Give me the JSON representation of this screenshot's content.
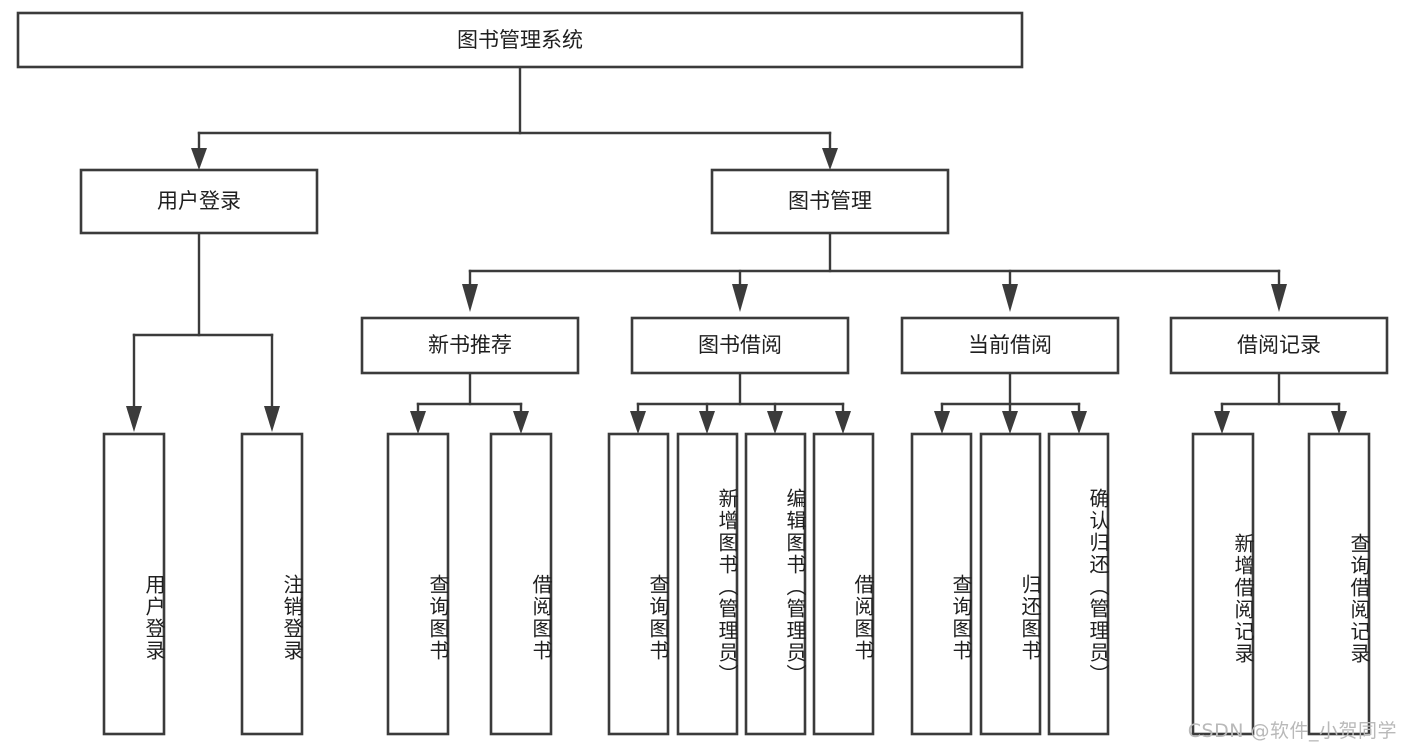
{
  "diagram": {
    "type": "tree-hierarchy",
    "title": "图书管理系统",
    "root": {
      "id": "root",
      "label": "图书管理系统",
      "orientation": "horizontal"
    },
    "level2": [
      {
        "id": "user-login",
        "label": "用户登录",
        "orientation": "horizontal"
      },
      {
        "id": "book-manage",
        "label": "图书管理",
        "orientation": "horizontal"
      }
    ],
    "level3": [
      {
        "id": "new-book-recommend",
        "label": "新书推荐",
        "orientation": "horizontal",
        "parent": "book-manage"
      },
      {
        "id": "book-borrow",
        "label": "图书借阅",
        "orientation": "horizontal",
        "parent": "book-manage"
      },
      {
        "id": "current-borrow",
        "label": "当前借阅",
        "orientation": "horizontal",
        "parent": "book-manage"
      },
      {
        "id": "borrow-record",
        "label": "借阅记录",
        "orientation": "horizontal",
        "parent": "book-manage"
      }
    ],
    "leaves": [
      {
        "id": "leaf-user-login",
        "label": "用户登录",
        "parent": "user-login",
        "orientation": "vertical"
      },
      {
        "id": "leaf-logout-login",
        "label": "注销登录",
        "parent": "user-login",
        "orientation": "vertical"
      },
      {
        "id": "leaf-query-book-1",
        "label": "查询图书",
        "parent": "new-book-recommend",
        "orientation": "vertical"
      },
      {
        "id": "leaf-borrow-book-1",
        "label": "借阅图书",
        "parent": "new-book-recommend",
        "orientation": "vertical"
      },
      {
        "id": "leaf-query-book-2",
        "label": "查询图书",
        "parent": "book-borrow",
        "orientation": "vertical"
      },
      {
        "id": "leaf-add-book",
        "label": "新增图书（管理员）",
        "parent": "book-borrow",
        "orientation": "vertical"
      },
      {
        "id": "leaf-edit-book",
        "label": "编辑图书（管理员）",
        "parent": "book-borrow",
        "orientation": "vertical"
      },
      {
        "id": "leaf-borrow-book-2",
        "label": "借阅图书",
        "parent": "book-borrow",
        "orientation": "vertical"
      },
      {
        "id": "leaf-query-book-3",
        "label": "查询图书",
        "parent": "current-borrow",
        "orientation": "vertical"
      },
      {
        "id": "leaf-return-book",
        "label": "归还图书",
        "parent": "current-borrow",
        "orientation": "vertical"
      },
      {
        "id": "leaf-confirm-return",
        "label": "确认归还（管理员）",
        "parent": "current-borrow",
        "orientation": "vertical"
      },
      {
        "id": "leaf-add-record",
        "label": "新增借阅记录",
        "parent": "borrow-record",
        "orientation": "vertical"
      },
      {
        "id": "leaf-query-record",
        "label": "查询借阅记录",
        "parent": "borrow-record",
        "orientation": "vertical"
      }
    ],
    "colors": {
      "box_stroke": "#3b3b3b",
      "box_fill": "#ffffff",
      "text": "#1f1f1f",
      "connector": "#3b3b3b",
      "watermark": "#b9b9b9",
      "background": "#ffffff"
    }
  },
  "watermark": {
    "text": "CSDN @软件_小贺同学"
  }
}
